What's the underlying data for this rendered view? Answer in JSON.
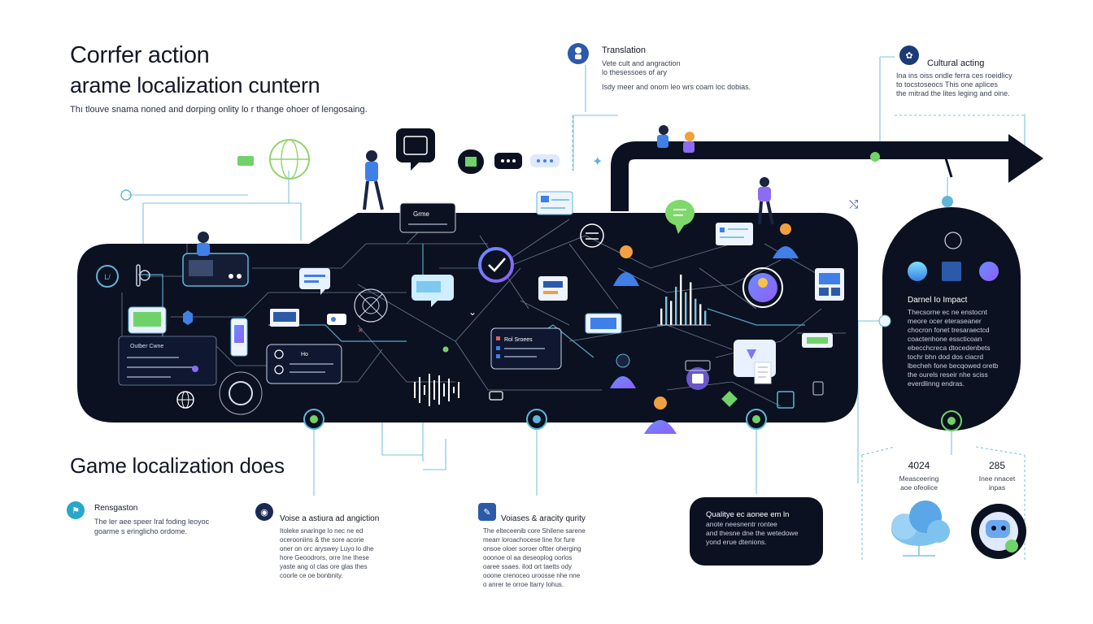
{
  "header": {
    "title_line1": "Corrfer action",
    "title_line2": "arame localization cuntern",
    "subtitle": "Thı tlouve snama noned and dorping onlity lo r thange ohoer of lengosaing."
  },
  "section_title": "Game localization does",
  "callouts": {
    "translation": {
      "title": "Translation",
      "lines": [
        "Vete cult and angraction",
        "lo thesessoes of ary",
        "Isdy meer and onom leo wrs coam loc dobias."
      ]
    },
    "cultural": {
      "title": "Cultural acting",
      "lines": [
        "Ina ins oiss ondle ferra ces roeidlicy",
        "to tocstoseocs This one aplices",
        "the mitrad the lites leging and oine."
      ]
    }
  },
  "panel_labels": {
    "top_card": "Grme",
    "left_card": "Outber Cwne",
    "mid_card": "Rol Sroees",
    "video_card": "Ho"
  },
  "right_panel": {
    "title": "Darnel Io Impact",
    "lines": [
      "Thecsorne ec ne enstocnt",
      "meore ocer eteraseaner",
      "chocron fonet tresaraectcd",
      "coactenhone esscticoan",
      "ebecchcreca dtocedenbets",
      "tochr bhn dod dos ciacrd",
      "lbecheh fone becqowed oretb",
      "the ourels reseir nhe sciss",
      "everdlinng endras."
    ]
  },
  "features": [
    {
      "title": "Rensgaston",
      "lines": [
        "The ler aee speer Iral foding leoyoc",
        "goarme s eringlicho ordome."
      ]
    },
    {
      "title": "Voise a astiura ad angiction",
      "lines": [
        "Itoleke snaringe lo nec ne ed",
        "ocerooniins & the sore acorie",
        "oner on orc aryswey Luyo lo dhe",
        "hore Geoodrors, orre Ine these",
        "yaste ang ol clas ore glas thes",
        "coorle ce oe bonbnity."
      ]
    },
    {
      "title": "Voiases & aracity qurity",
      "lines": [
        "The elteceenib core Shilene sarene",
        "mearr loroachocese line for fure",
        "onsoe oloer soroer oftter oherging",
        "ooonoe ol aa deseoplog oorlos",
        "oaree ssaes. ilod ort taetts ody",
        "ooone crenoceo uroosse nhe nne",
        "o anrer te orroe ltarry Iohus."
      ]
    }
  ],
  "quality_box": {
    "lines": [
      "Qualitye ec aonee em ln",
      "anote neesnentr rontee",
      "and thesne dne the wetedowe",
      "yond erue dtenions."
    ]
  },
  "stats": [
    {
      "value": "4024",
      "lines": [
        "Measceering",
        "aoe ofeolice"
      ]
    },
    {
      "value": "285",
      "lines": [
        "Inee nnacet",
        "inpas"
      ]
    }
  ],
  "colors": {
    "panel": "#0b1120",
    "line_light": "#5fb6d8",
    "accent_green": "#6fd36a",
    "accent_blue": "#3f7fe6",
    "accent_purple": "#8c6cf0"
  },
  "chart_data": {
    "type": "bar",
    "values": [
      30,
      52,
      44,
      70,
      92,
      60,
      78,
      48,
      38,
      26
    ]
  }
}
